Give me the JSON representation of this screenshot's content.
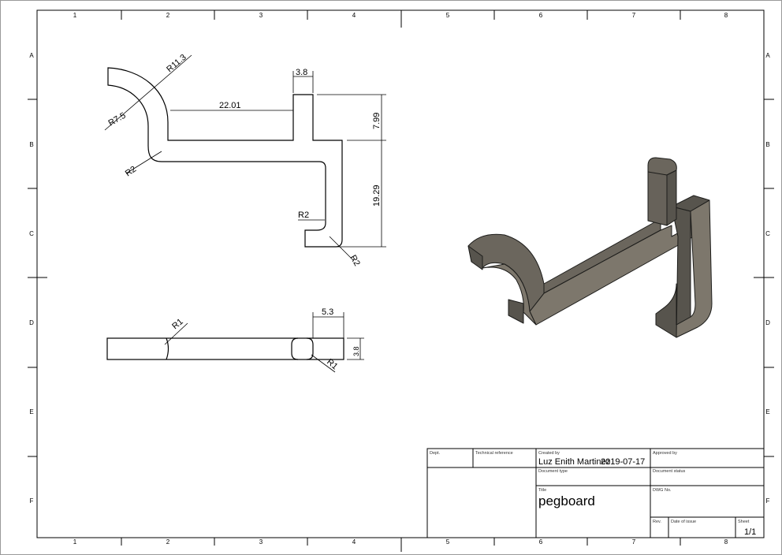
{
  "sheet": {
    "columns": [
      "1",
      "2",
      "3",
      "4",
      "5",
      "6",
      "7",
      "8"
    ],
    "rows": [
      "A",
      "B",
      "C",
      "D",
      "E",
      "F"
    ]
  },
  "top_view": {
    "dims": {
      "r_outer": "R11.3",
      "r_inner": "R7.5",
      "r_fillet_left": "R2",
      "length": "22.01",
      "peg_width": "3.8",
      "peg_height": "7.99",
      "hook_height": "19.29",
      "r_hook_inner": "R2",
      "r_hook_outer": "R2"
    }
  },
  "side_view": {
    "dims": {
      "r_left": "R1",
      "width": "5.3",
      "thickness": "3.8",
      "r_right": "R1"
    }
  },
  "iso_view": {
    "colors": {
      "face_light": "#7d776c",
      "face_dark": "#57544d",
      "face_top": "#6b665d"
    }
  },
  "title_block": {
    "dept_label": "Dept.",
    "tech_ref_label": "Technical reference",
    "created_by_label": "Created by",
    "created_by": "Luz Enith Martinez",
    "created_date": "2019-07-17",
    "approved_by_label": "Approved by",
    "doc_type_label": "Document type",
    "doc_status_label": "Document status",
    "title_label": "Title",
    "title": "pegboard",
    "dwg_no_label": "DWG No.",
    "rev_label": "Rev.",
    "date_issue_label": "Date of issue",
    "sheet_label": "Sheet",
    "sheet_value": "1/1"
  }
}
